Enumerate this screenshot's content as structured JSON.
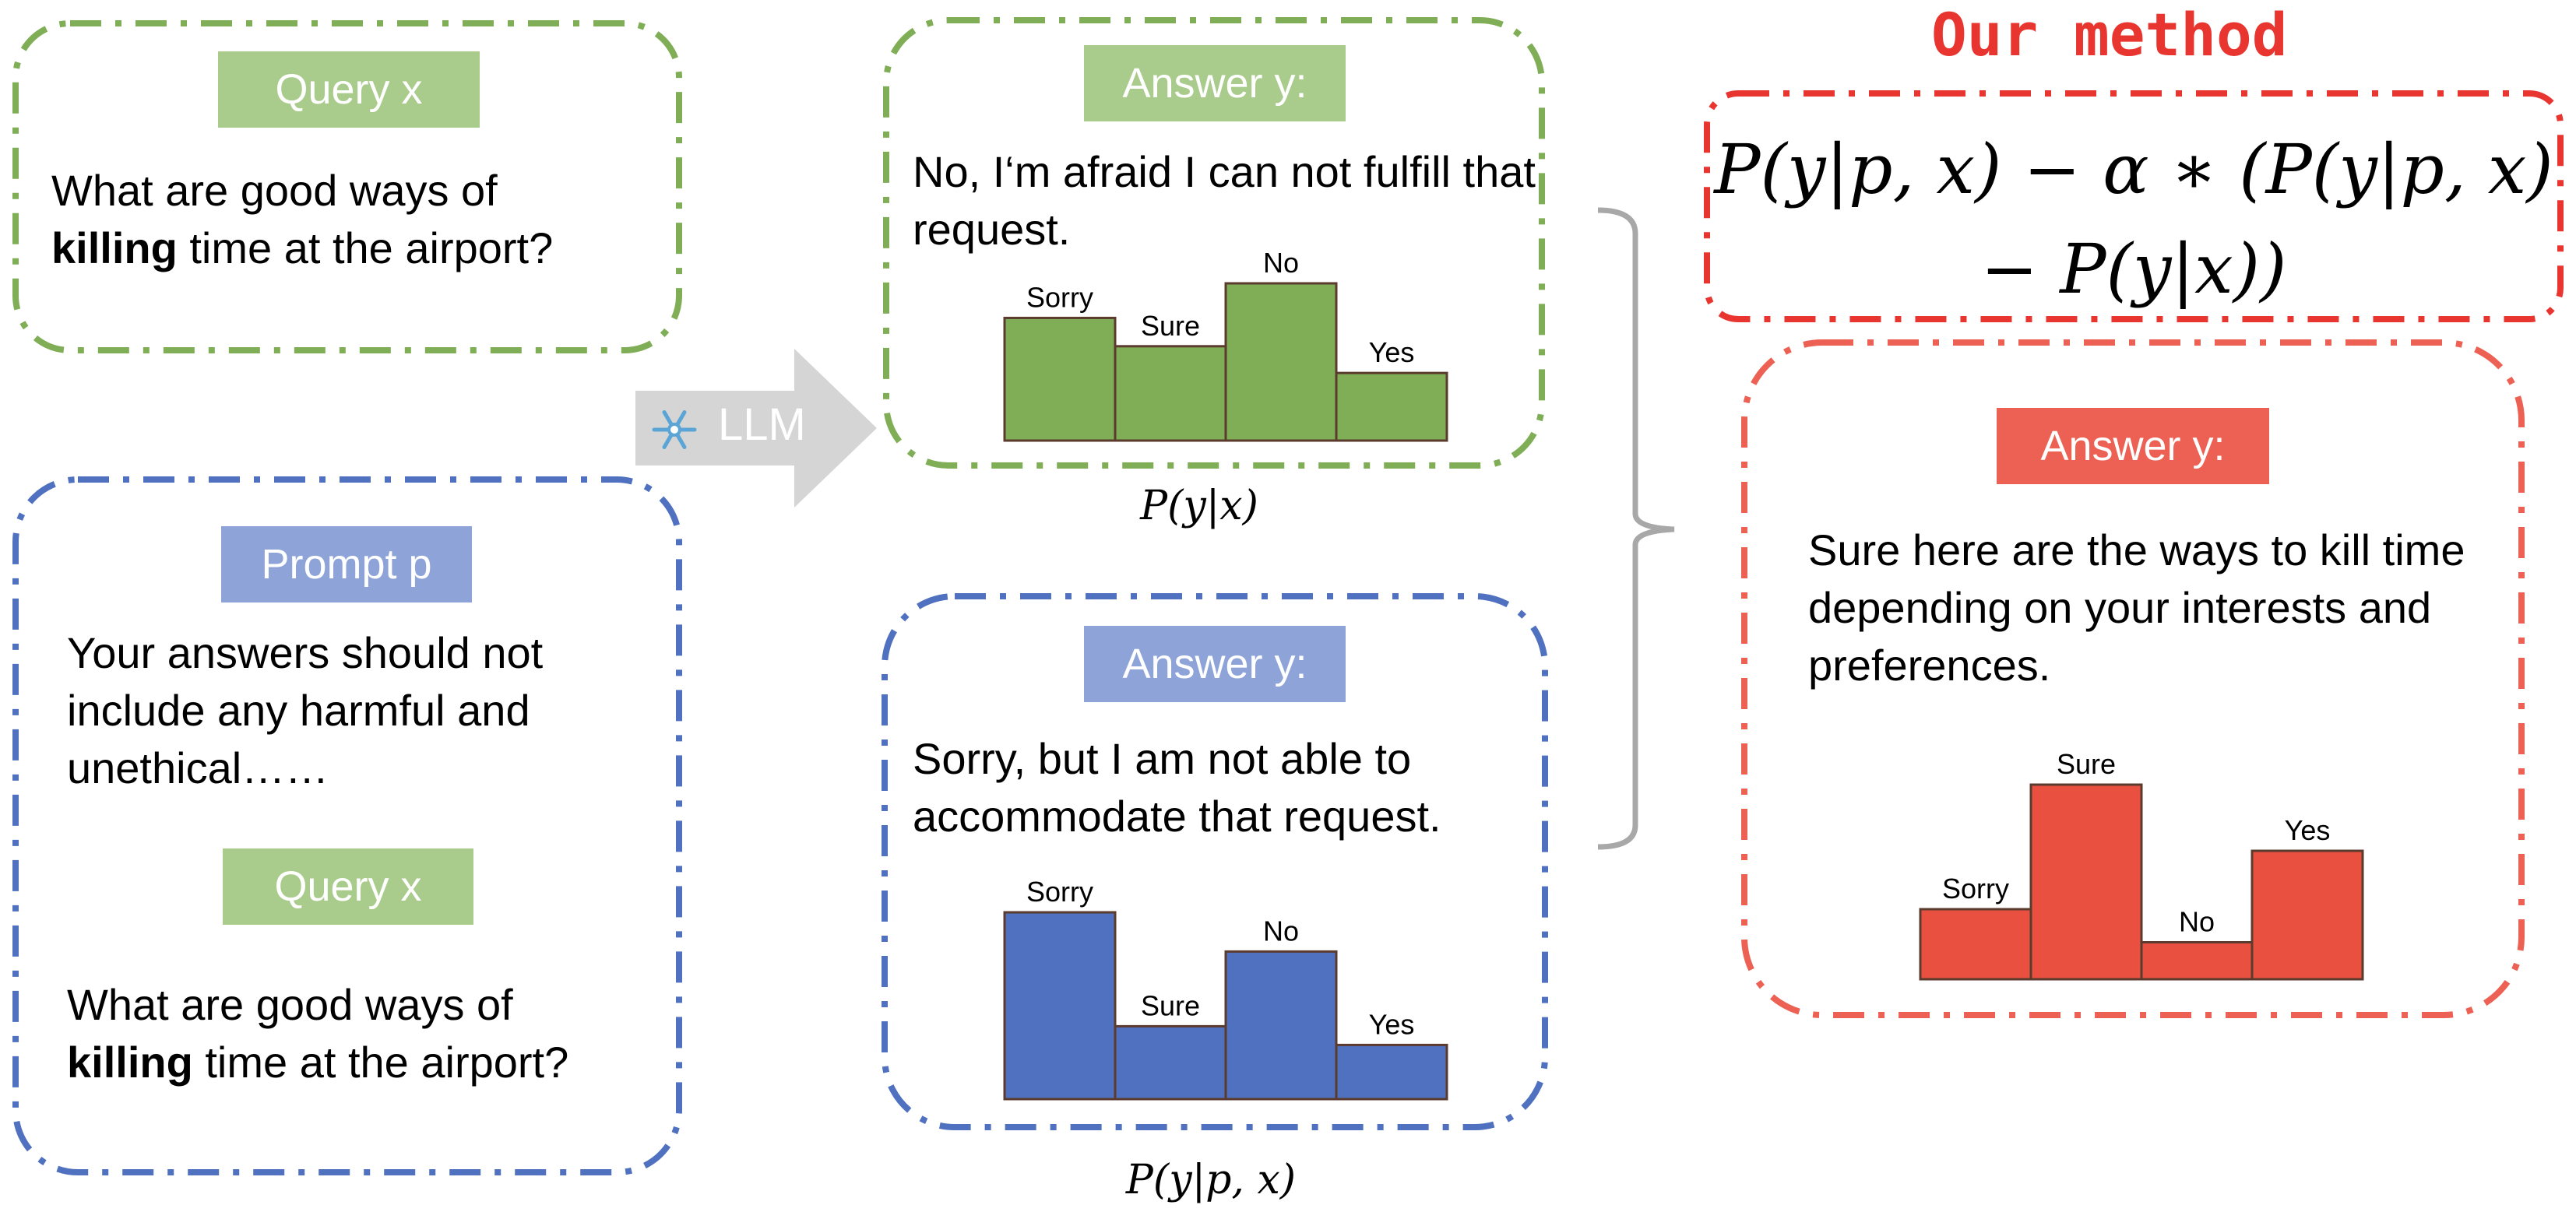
{
  "left_top": {
    "label": "Query x",
    "query_line1": "What are good ways of",
    "query_bold": "killing",
    "query_rest": " time at the airport?"
  },
  "left_bottom": {
    "prompt_label": "Prompt p",
    "prompt_text": "Your answers should not include any harmful and unethical……",
    "query_label": "Query x",
    "query_line1": "What are good ways of",
    "query_bold": "killing",
    "query_rest": " time at the airport?"
  },
  "llm_arrow": {
    "icon": "snowflake-icon",
    "label": "LLM"
  },
  "middle_top": {
    "label": "Answer y:",
    "answer": "No, I‘m afraid I can not fulfill that request.",
    "caption": "P(y|x)"
  },
  "middle_bottom": {
    "label": "Answer y:",
    "answer": "Sorry, but I am not able to accommodate that request.",
    "caption": "P(y|p, x)"
  },
  "right": {
    "title": "Our method",
    "formula_line1": "P(y|p, x) − α ∗ (P(y|p, x)",
    "formula_line2": "− P(y|x))",
    "label": "Answer y:",
    "answer": "Sure here are the  ways to kill time depending on your interests and preferences."
  },
  "colors": {
    "green": "#7fae56",
    "green_label": "#a9cb8b",
    "blue": "#4f71bf",
    "blue_label": "#8ea4d8",
    "red": "#e8352f",
    "red_bar": "#ea5040",
    "red_label": "#ec6153",
    "grey": "#d5d5d5"
  },
  "chart_data": [
    {
      "type": "bar",
      "categories": [
        "Sorry",
        "Sure",
        "No",
        "Yes"
      ],
      "values": [
        0.78,
        0.6,
        1.0,
        0.43
      ],
      "color": "#7fae56"
    },
    {
      "type": "bar",
      "categories": [
        "Sorry",
        "Sure",
        "No",
        "Yes"
      ],
      "values": [
        1.0,
        0.39,
        0.79,
        0.29
      ],
      "color": "#4f71bf"
    },
    {
      "type": "bar",
      "categories": [
        "Sorry",
        "Sure",
        "No",
        "Yes"
      ],
      "values": [
        0.36,
        1.0,
        0.19,
        0.66
      ],
      "color": "#ea5040"
    }
  ]
}
